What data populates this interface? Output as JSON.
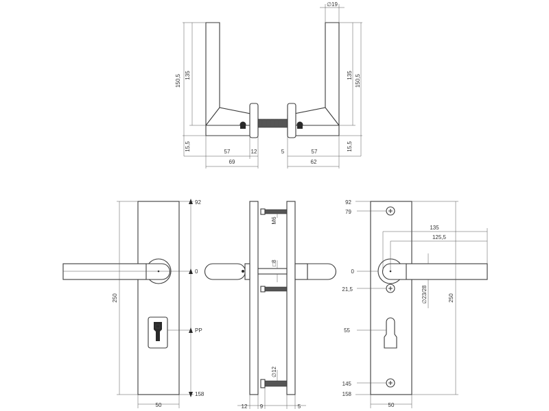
{
  "top_view": {
    "left": {
      "height_total": "150,5",
      "height_upper": "135",
      "height_base": "15,5",
      "length_grip": "57",
      "rose_width": "12",
      "length_total": "69"
    },
    "right": {
      "diameter_label": "∅19",
      "height_upper": "135",
      "height_total": "150,5",
      "height_base": "15,5",
      "gap": "5",
      "length_grip": "57",
      "length_total": "62"
    }
  },
  "front_left": {
    "top_mark": "92",
    "zero_mark": "0",
    "pp_mark": "PP",
    "bottom_mark": "158",
    "height": "250",
    "width": "50"
  },
  "side_view": {
    "thread_label": "M6",
    "square_label": "□8",
    "pin_label": "∅12",
    "dim_a": "12",
    "dim_b": "9",
    "dim_c": "5"
  },
  "front_right": {
    "mark_92": "92",
    "mark_79": "79",
    "mark_0": "0",
    "mark_21_5": "21,5",
    "mark_55": "55",
    "mark_145": "145",
    "mark_158": "158",
    "len_135": "135",
    "len_125_5": "125,5",
    "diam_label": "∅23/28",
    "height": "250",
    "width": "50"
  },
  "colors": {
    "line": "#3a3a3a",
    "dim_line": "#555555",
    "text": "#333333"
  }
}
